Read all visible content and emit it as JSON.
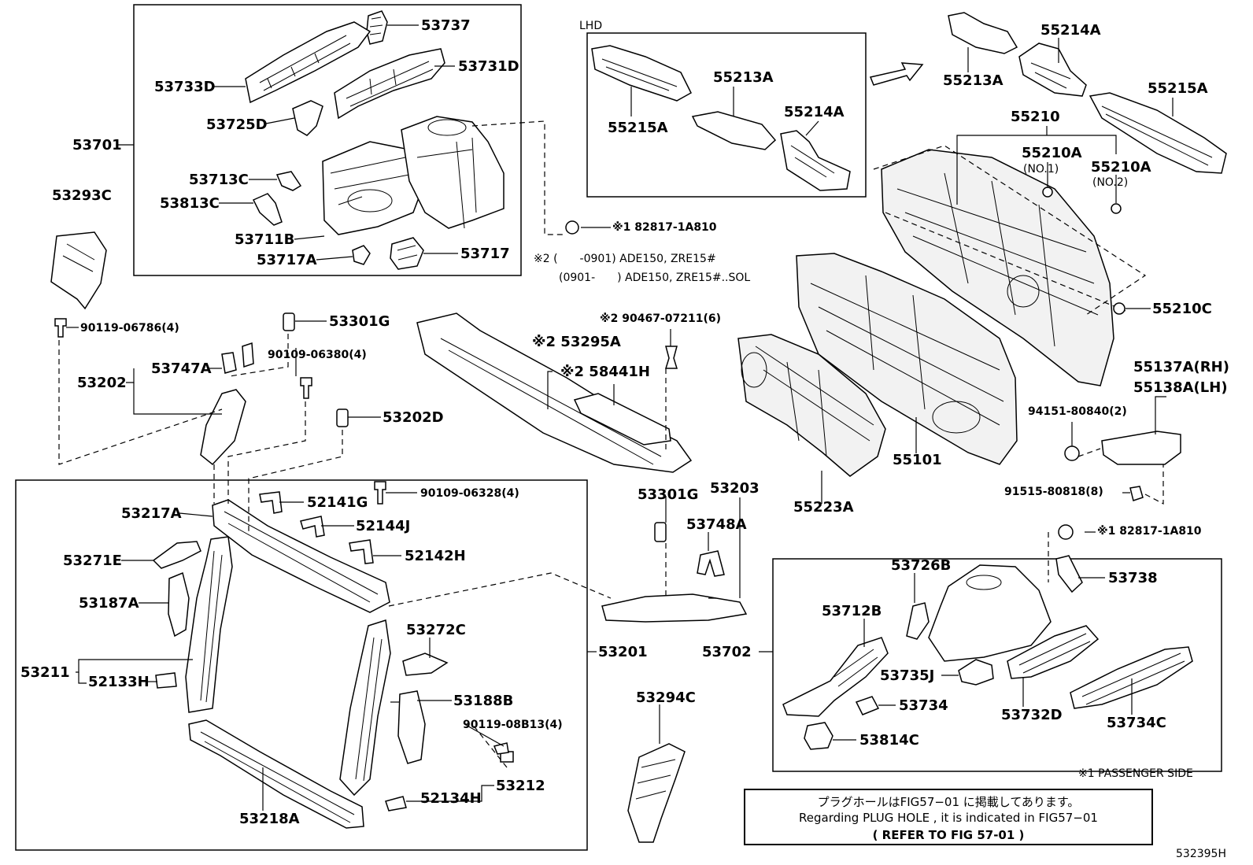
{
  "labels": {
    "p53737": "53737",
    "p53731D": "53731D",
    "p53733D": "53733D",
    "p53725D": "53725D",
    "p53701": "53701",
    "p53713C": "53713C",
    "p53813C": "53813C",
    "p53711B": "53711B",
    "p53717A": "53717A",
    "p53717": "53717",
    "p53293C": "53293C",
    "p90119_06786": "90119-06786(4)",
    "p53301G_a": "53301G",
    "p90109_06380": "90109-06380(4)",
    "p53747A": "53747A",
    "p53202": "53202",
    "p53202D": "53202D",
    "p53217A": "53217A",
    "p52141G": "52141G",
    "p90109_06328": "90109-06328(4)",
    "p52144J": "52144J",
    "p52142H": "52142H",
    "p53271E": "53271E",
    "p53187A": "53187A",
    "p53211": "53211",
    "p52133H": "52133H",
    "p53272C": "53272C",
    "p53188B": "53188B",
    "p90119_08B13": "90119-08B13(4)",
    "p53201": "53201",
    "p53212": "53212",
    "p52134H": "52134H",
    "p53218A": "53218A",
    "lhd": "LHD",
    "p55215A_a": "55215A",
    "p55213A_a": "55213A",
    "p55214A_a": "55214A",
    "p182817_a": "※1 82817-1A810",
    "note2_line1": "※2 (　　-0901) ADE150, ZRE15#",
    "note2_line2": "(0901-　　) ADE150, ZRE15#..SOL",
    "p90467_07211": "※2 90467-07211(6)",
    "p53295A": "※2 53295A",
    "p58441H": "※2 58441H",
    "p55213A_b": "55213A",
    "p55214A_b": "55214A",
    "p55215A_b": "55215A",
    "p55210": "55210",
    "p55210A_1": "55210A",
    "no1": "(NO.1)",
    "p55210A_2": "55210A",
    "no2": "(NO.2)",
    "p55210C": "55210C",
    "p55137A": "55137A(RH)",
    "p55138A": "55138A(LH)",
    "p94151_80840": "94151-80840(2)",
    "p91515_80818": "91515-80818(8)",
    "p55101": "55101",
    "p55223A": "55223A",
    "p53301G_b": "53301G",
    "p53203": "53203",
    "p53748A": "53748A",
    "p182817_b": "※1 82817-1A810",
    "p53726B": "53726B",
    "p53738": "53738",
    "p53712B": "53712B",
    "p53702": "53702",
    "p53735J": "53735J",
    "p53734": "53734",
    "p53732D": "53732D",
    "p53734C": "53734C",
    "p53814C": "53814C",
    "p53294C": "53294C",
    "passenger": "※1 PASSENGER SIDE",
    "fig_id": "532395H"
  },
  "note": {
    "line1": "プラグホールはFIG57−01 に掲載してあります。",
    "line2": "Regarding  PLUG HOLE , it is indicated in FIG57−01",
    "line3": "(  REFER TO FIG 57-01 )"
  }
}
